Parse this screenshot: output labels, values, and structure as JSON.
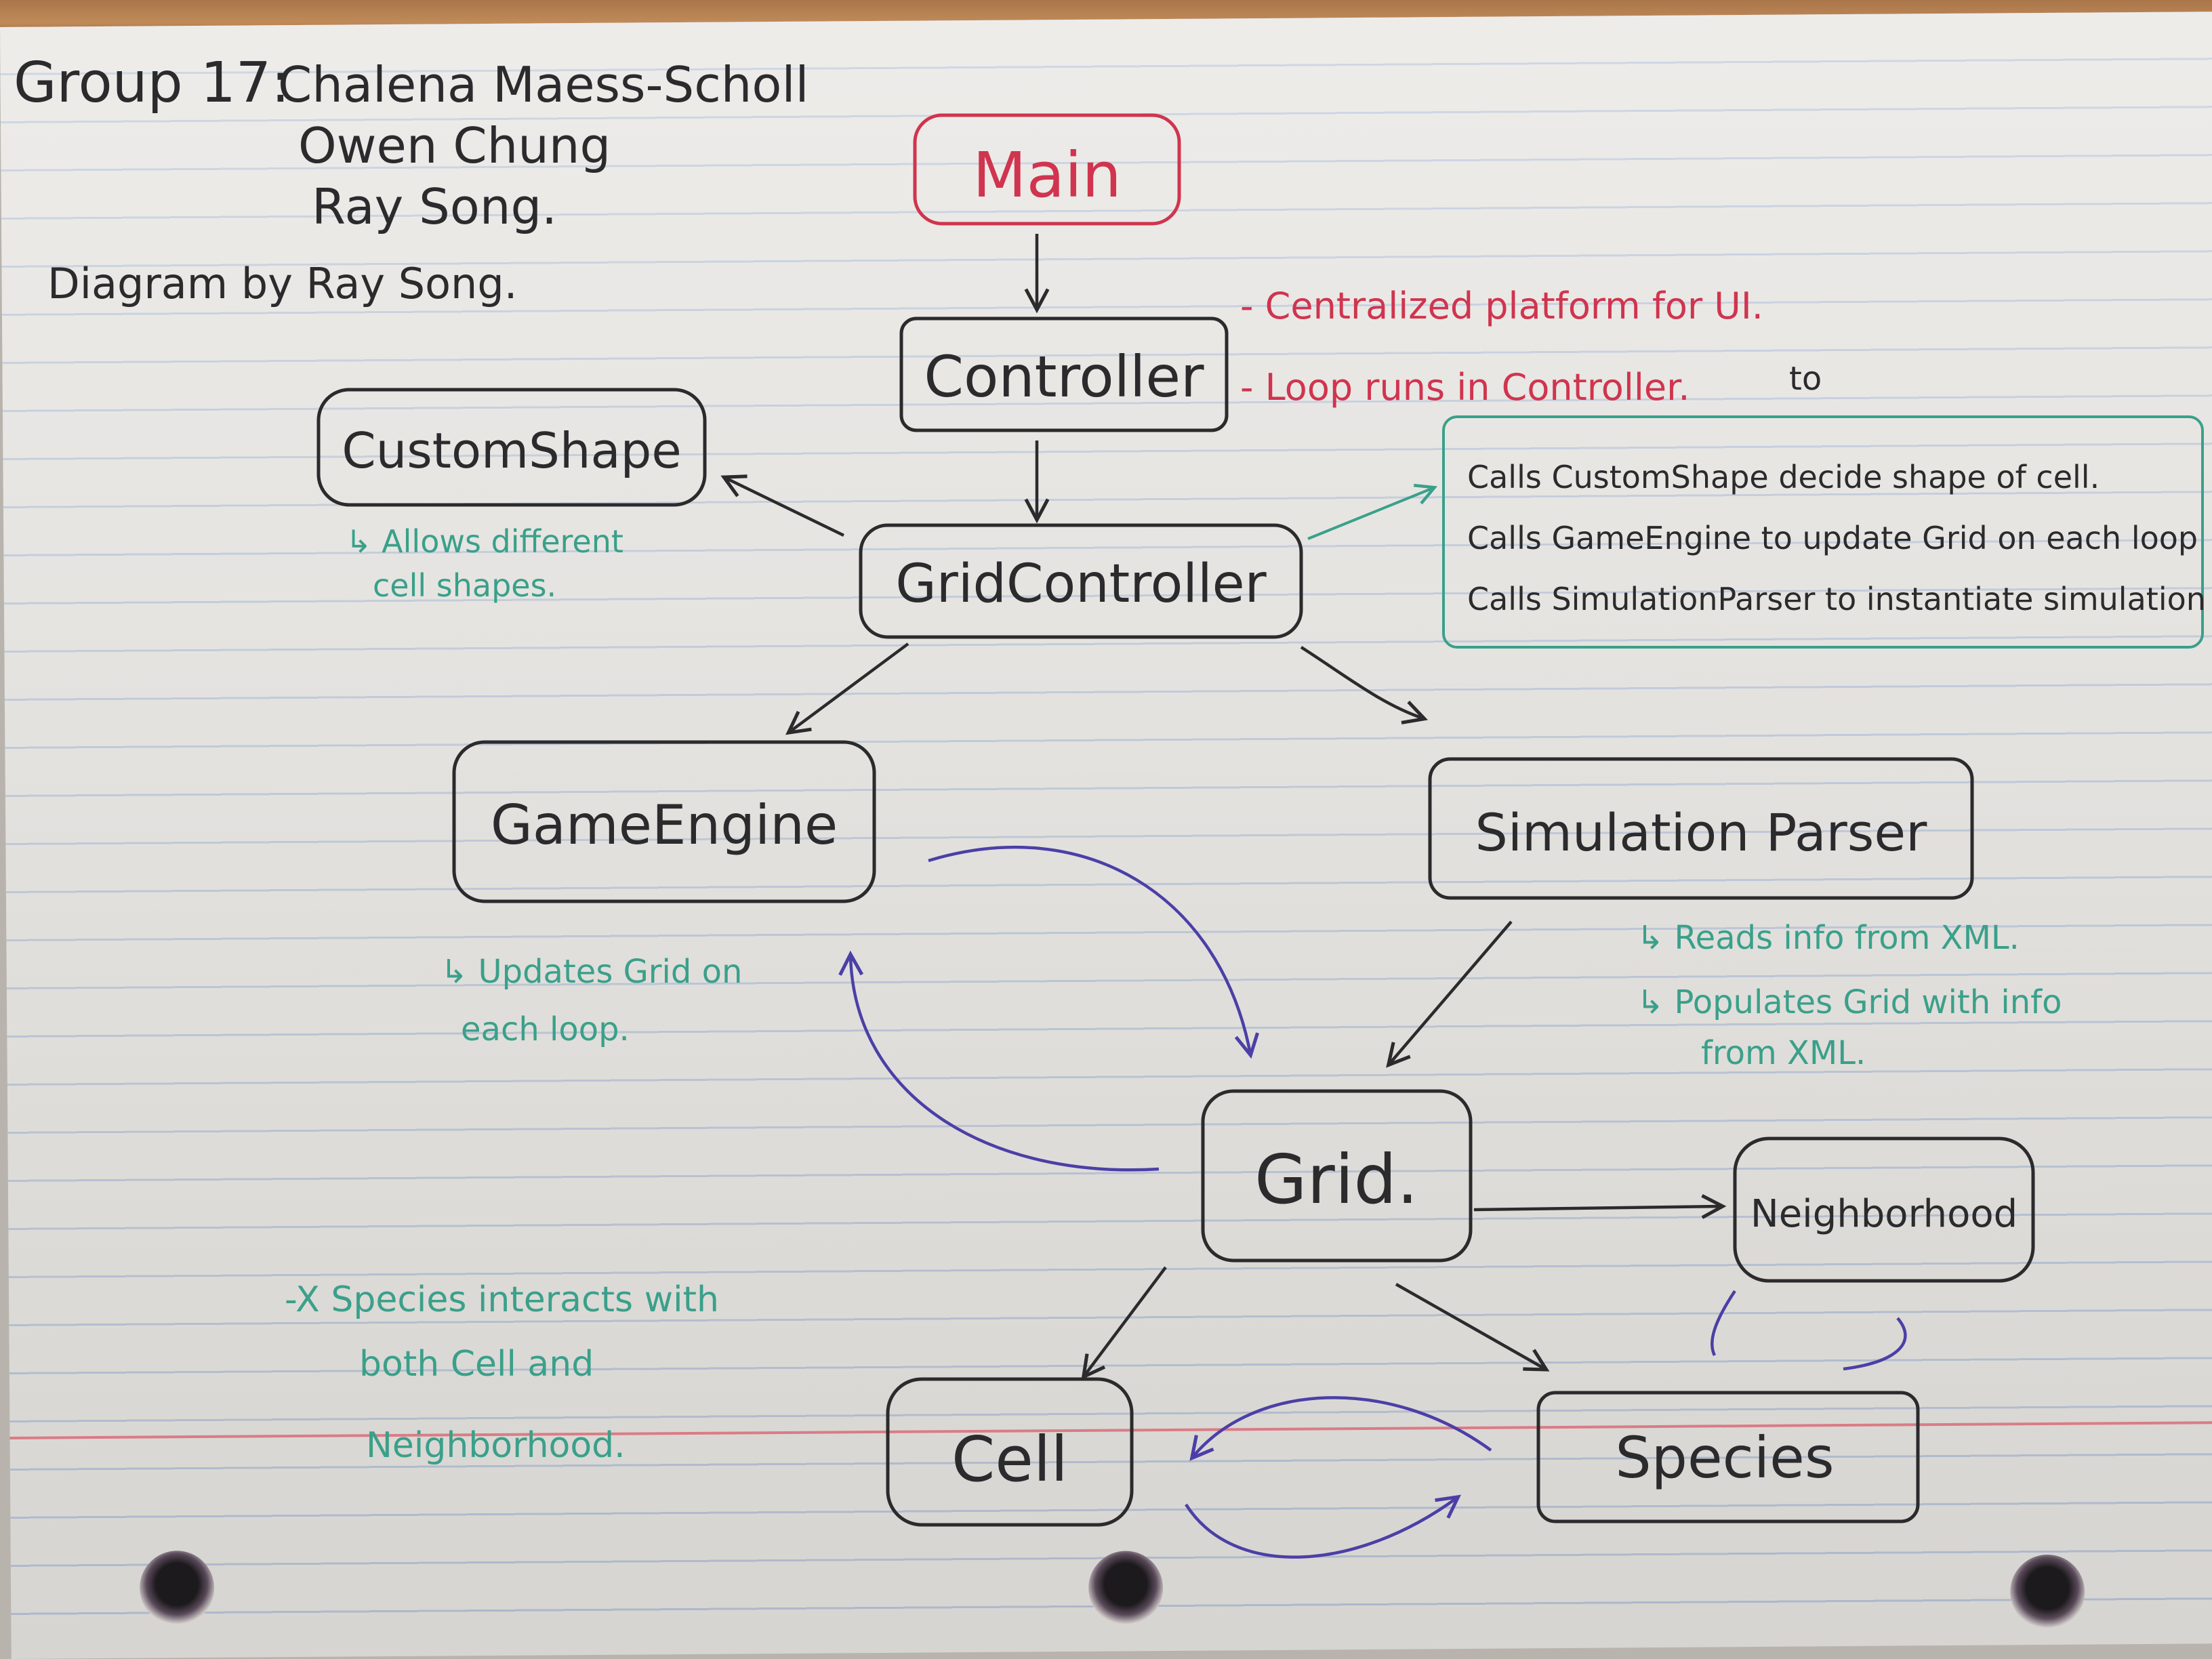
{
  "header": {
    "group_label": "Group 17:",
    "members": [
      "Chalena Maess-Scholl",
      "Owen Chung",
      "Ray Song."
    ],
    "credit": "Diagram by Ray Song."
  },
  "boxes": {
    "main": "Main",
    "controller": "Controller",
    "custom_shape": "CustomShape",
    "grid_controller": "GridController",
    "game_engine": "GameEngine",
    "simulation_parser": "Simulation Parser",
    "grid": "Grid.",
    "neighborhood": "Neighborhood",
    "cell": "Cell",
    "species": "Species"
  },
  "notes": {
    "controller_1": "- Centralized platform for UI.",
    "controller_2": "- Loop runs in Controller.",
    "insert_to": "to",
    "grid_controller_lines": [
      "Calls CustomShape decide shape of cell.",
      "Calls GameEngine to update Grid on each loop",
      "Calls SimulationParser to instantiate simulation"
    ],
    "custom_shape_1": "↳ Allows different",
    "custom_shape_2": "cell shapes.",
    "game_engine_1": "↳ Updates Grid on",
    "game_engine_2": "each loop.",
    "parser_1": "↳ Reads info from XML.",
    "parser_2": "↳ Populates Grid with info",
    "parser_3": "from XML.",
    "species_1": "-X Species interacts with",
    "species_2": "both Cell and",
    "species_3": "Neighborhood."
  },
  "colors": {
    "ink": "#2b2a2c",
    "red": "#d0344e",
    "teal": "#3aa08a",
    "purple": "#4b3fa6"
  }
}
